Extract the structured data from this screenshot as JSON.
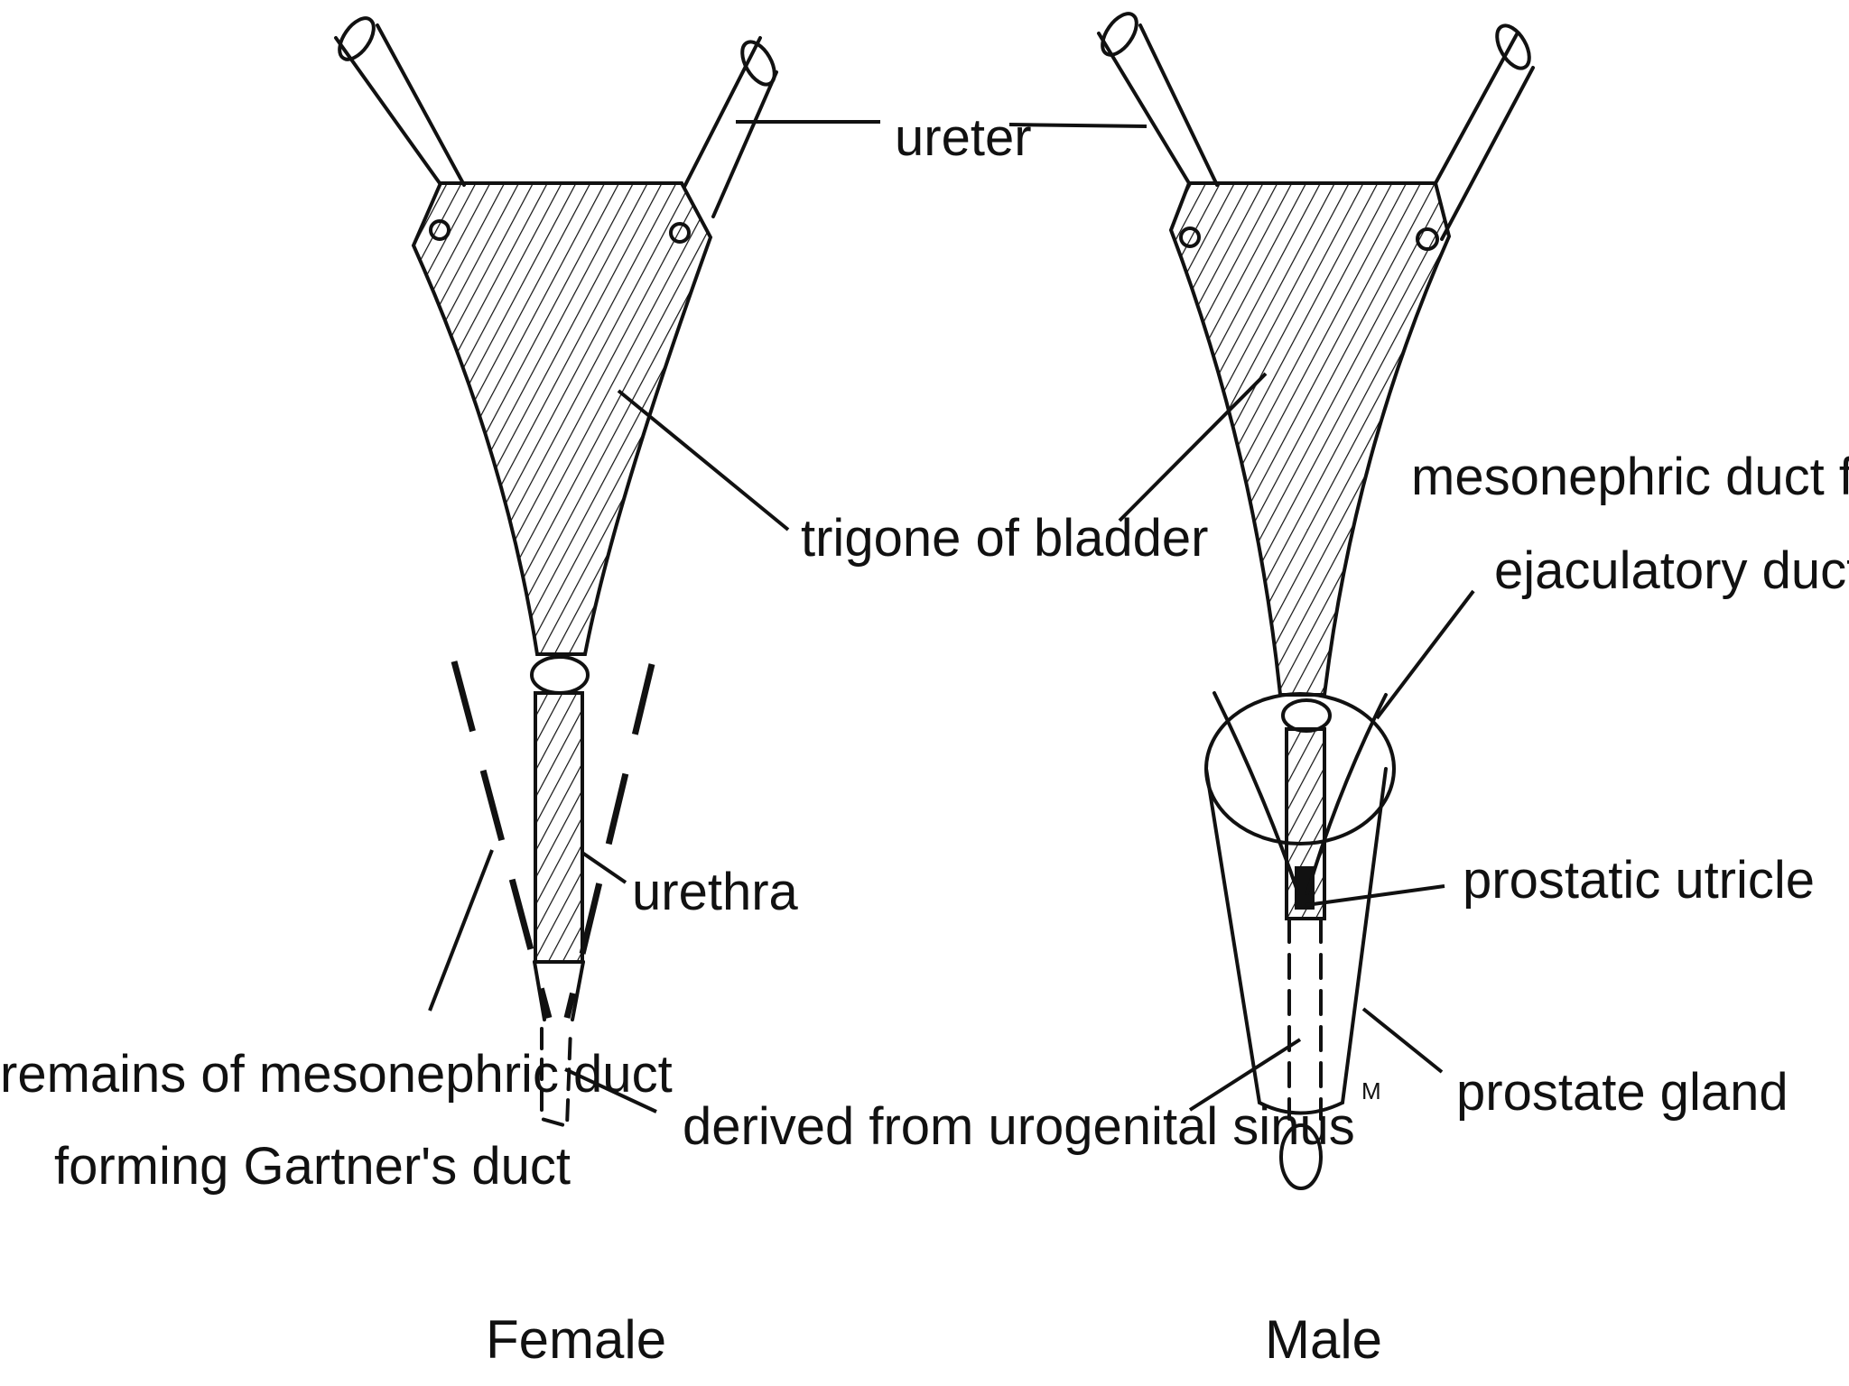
{
  "labels": {
    "ureter": "ureter",
    "trigone": "trigone of bladder",
    "meso_male_line1": "mesonephric duct forming",
    "meso_male_line2": "ejaculatory duct",
    "urethra": "urethra",
    "prostatic_utricle": "prostatic utricle",
    "remains_line1": "remains of mesonephric duct",
    "remains_line2": "forming Gartner's duct",
    "urogenital_sinus": "derived from urogenital sinus",
    "prostate_gland": "prostate gland",
    "female_caption": "Female",
    "male_caption": "Male",
    "glyph_mark": "M"
  },
  "colors": {
    "ink": "#111111",
    "background": "#ffffff"
  }
}
